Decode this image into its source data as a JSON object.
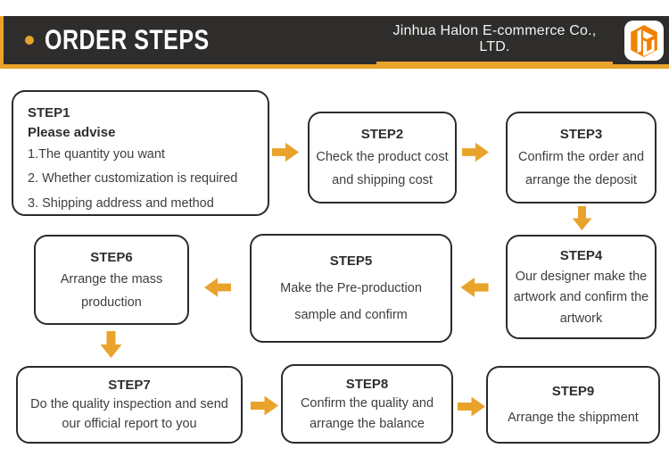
{
  "header": {
    "title": "ORDER STEPS",
    "company": "Jinhua Halon E-commerce Co., LTD."
  },
  "colors": {
    "accent": "#E9A32B",
    "header_bg": "#2F2D2B",
    "logo_orange": "#F08200",
    "box_border": "#2B2B2B",
    "text": "#3E3E3E"
  },
  "steps": [
    {
      "title": "STEP1",
      "subtitle": "Please advise",
      "lines": [
        "1.The quantity you want",
        "2. Whether customization is required",
        "3. Shipping address and method"
      ]
    },
    {
      "title": "STEP2",
      "lines": [
        "Check the product cost",
        "and shipping cost"
      ]
    },
    {
      "title": "STEP3",
      "lines": [
        "Confirm the order and",
        "arrange the deposit"
      ]
    },
    {
      "title": "STEP4",
      "lines": [
        "Our designer make the",
        "artwork and confirm the",
        "artwork"
      ]
    },
    {
      "title": "STEP5",
      "lines": [
        "Make the Pre-production",
        "sample and confirm"
      ]
    },
    {
      "title": "STEP6",
      "lines": [
        "Arrange the mass",
        "production"
      ]
    },
    {
      "title": "STEP7",
      "lines": [
        "Do the quality inspection and send",
        "our official report to you"
      ]
    },
    {
      "title": "STEP8",
      "lines": [
        "Confirm the quality and",
        "arrange the balance"
      ]
    },
    {
      "title": "STEP9",
      "lines": [
        "Arrange the shippment"
      ]
    }
  ]
}
